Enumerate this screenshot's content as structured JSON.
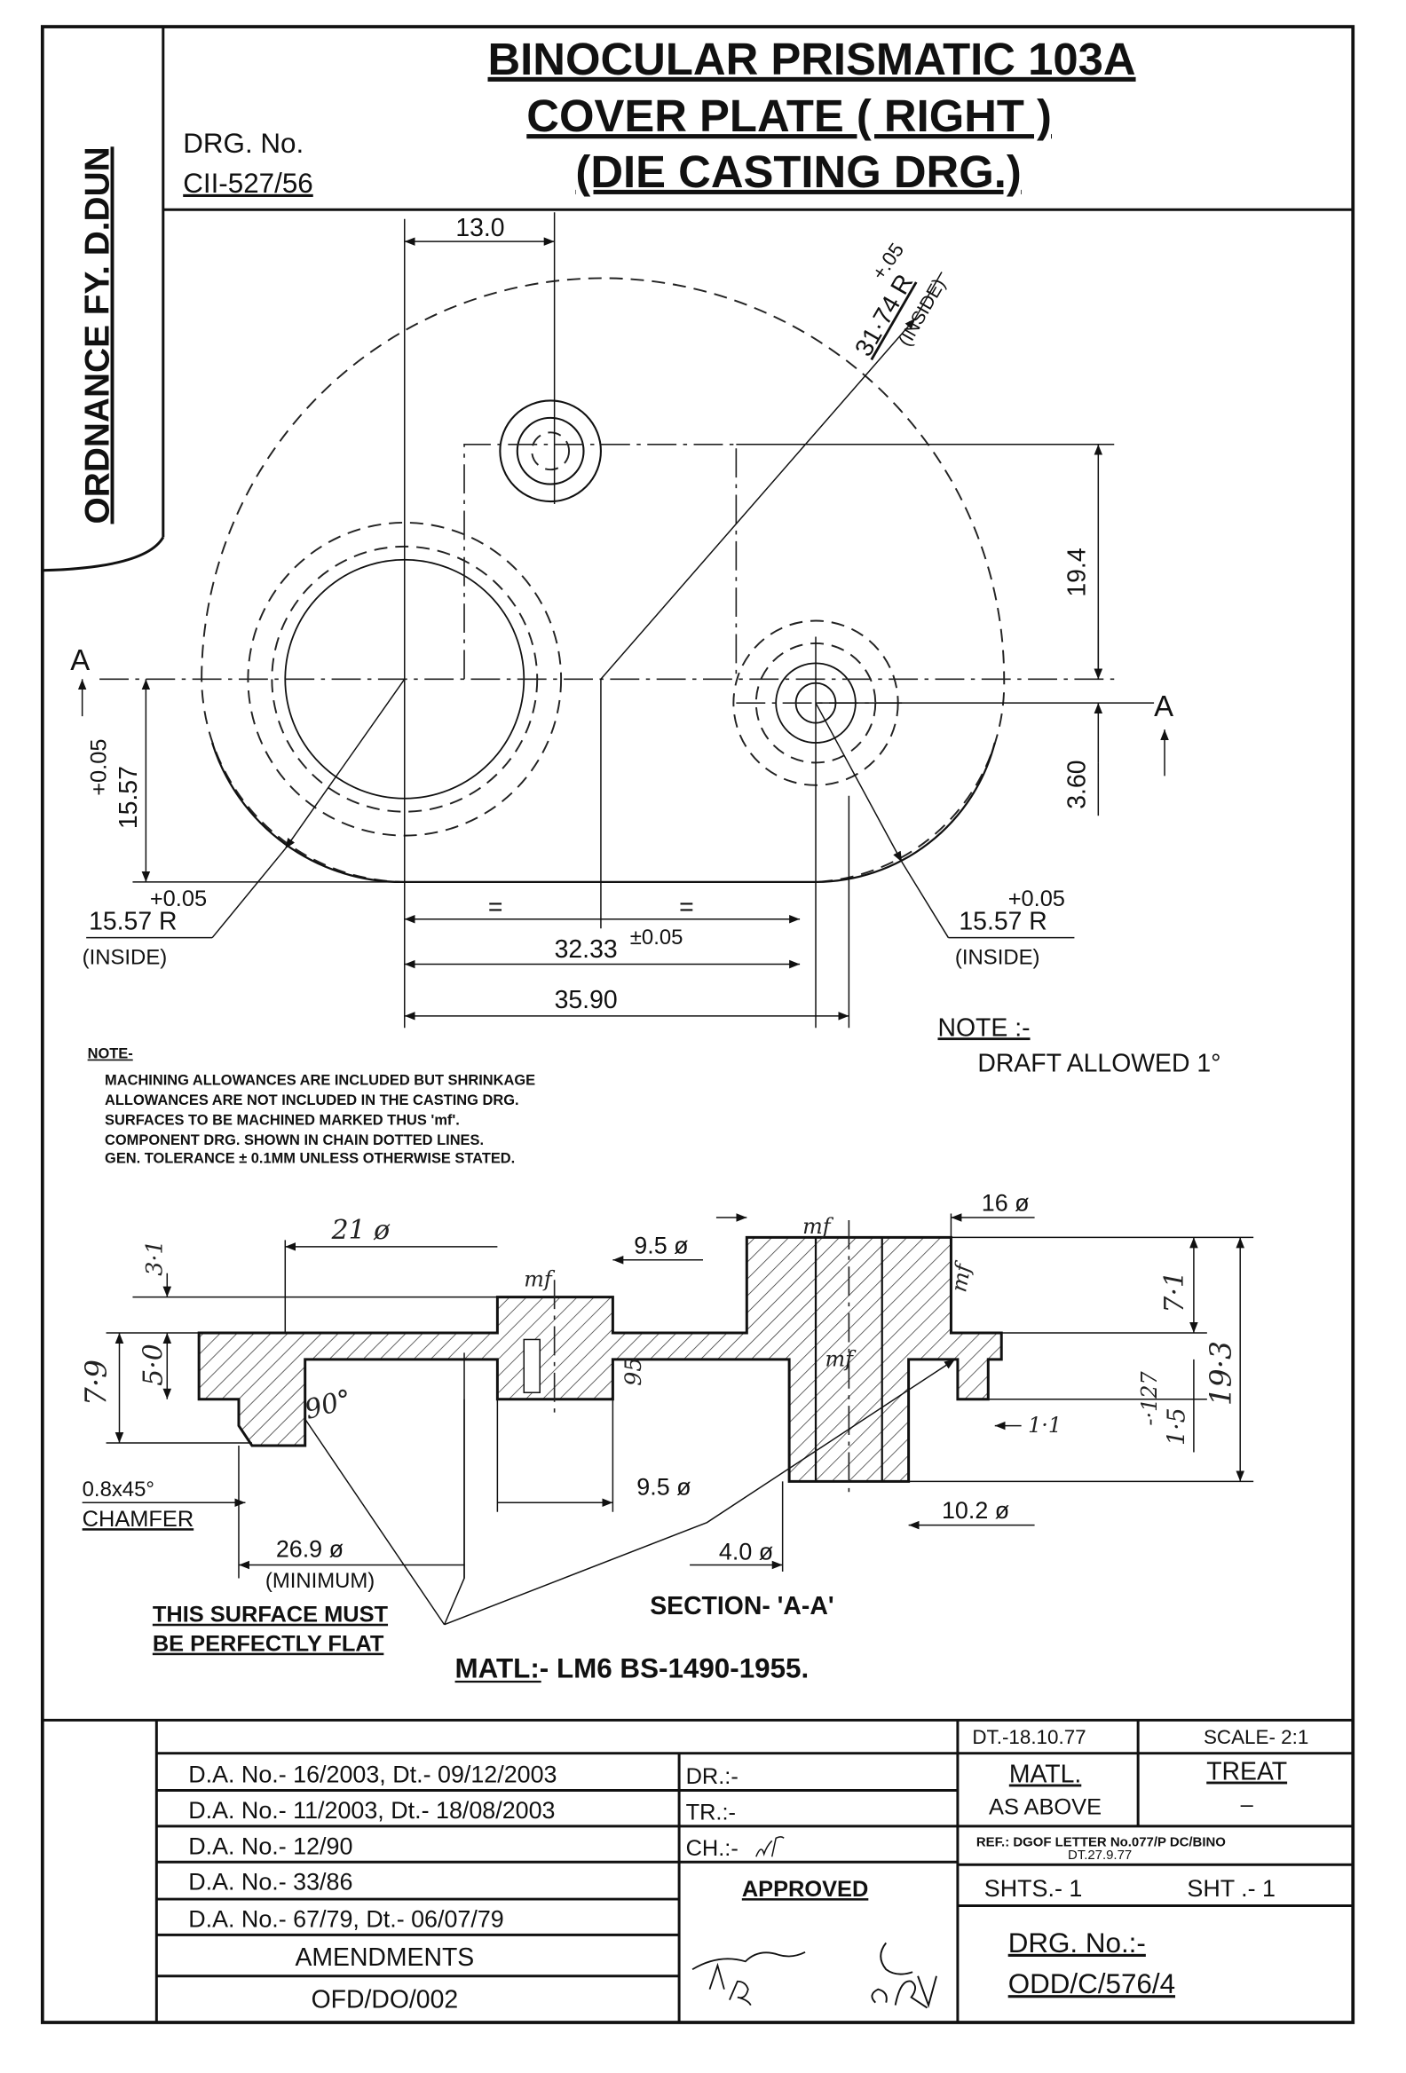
{
  "header": {
    "side_label": "ORDNANCE FY. D.DUN",
    "drg_no_label": "DRG. No.",
    "drg_no": "CII-527/56",
    "title_line1": "BINOCULAR PRISMATIC 103A",
    "title_line2": "COVER PLATE ( RIGHT )",
    "title_line3": "(DIE CASTING DRG.)"
  },
  "top_view": {
    "dim_top": "13.0",
    "radius_tol": "+.05",
    "radius_main": "31·74 R",
    "radius_inside": "(INSIDE)",
    "dim_19_4": "19.4",
    "dim_3_60": "3.60",
    "section_mark_left": "A",
    "section_mark_right": "A",
    "left_height_tol": "+0.05",
    "left_height": "15.57",
    "left_r_tol": "+0.05",
    "left_r": "15.57 R",
    "left_r_inside": "(INSIDE)",
    "right_r_tol": "+0.05",
    "right_r": "15.57 R",
    "right_r_inside": "(INSIDE)",
    "equal_left": "=",
    "equal_right": "=",
    "dim_centers": "32.33",
    "dim_centers_tol": "±0.05",
    "dim_overall": "35.90"
  },
  "notes": {
    "heading": "NOTE-",
    "lines": [
      "MACHINING ALLOWANCES ARE INCLUDED BUT SHRINKAGE",
      "ALLOWANCES ARE NOT INCLUDED IN THE CASTING DRG.",
      "SURFACES TO BE MACHINED MARKED THUS 'mf'.",
      "COMPONENT DRG. SHOWN IN CHAIN DOTTED LINES.",
      "GEN. TOLERANCE ± 0.1MM UNLESS OTHERWISE STATED."
    ],
    "draft_heading": "NOTE :-",
    "draft_text": "DRAFT ALLOWED 1°"
  },
  "section": {
    "d21": "21 ø",
    "d3_1": "3·1",
    "d5_0": "5·0",
    "d7_9": "7·9",
    "angle": "90°",
    "mf": "mf",
    "d9_5_top": "9.5 ø",
    "d9_5_bottom": "9.5 ø",
    "d95": "95",
    "d16": "16 ø",
    "d7_1": "7·1",
    "d19_3": "19·3",
    "d127": "-·127",
    "d1_5": "1·5",
    "d1_1": "1·1",
    "chamfer_size": "0.8x45°",
    "chamfer_label": "CHAMFER",
    "d26_9": "26.9 ø",
    "minimum": "(MINIMUM)",
    "d4_0": "4.0 ø",
    "d10_2": "10.2 ø",
    "flat_line1": "THIS SURFACE MUST",
    "flat_line2": "BE PERFECTLY FLAT",
    "section_label": "SECTION- 'A-A'",
    "material": "MATL:- LM6  BS-1490-1955."
  },
  "title_block": {
    "amendments": [
      "D.A. No.- 16/2003, Dt.- 09/12/2003",
      "D.A. No.- 11/2003, Dt.- 18/08/2003",
      "D.A. No.- 12/90",
      "D.A. No.- 33/86",
      "D.A. No.- 67/79, Dt.- 06/07/79"
    ],
    "amendments_label": "AMENDMENTS",
    "form_no": "OFD/DO/002",
    "dr": "DR.:-",
    "tr": "TR.:-",
    "ch": "CH.:-",
    "approved": "APPROVED",
    "signatures": [
      "AF/DQ",
      "DG/M"
    ],
    "date": "DT.-18.10.77",
    "scale": "SCALE- 2:1",
    "matl_label": "MATL.",
    "matl_value": "AS ABOVE",
    "treat_label": "TREAT",
    "treat_value": "–",
    "ref_line1": "REF.: DGOF LETTER No.077/P DC/BINO",
    "ref_line2": "DT.27.9.77",
    "shts": "SHTS.- 1",
    "sht": "SHT  .- 1",
    "drg_no_label": "DRG. No.:-",
    "drg_no": "ODD/C/576/4"
  }
}
